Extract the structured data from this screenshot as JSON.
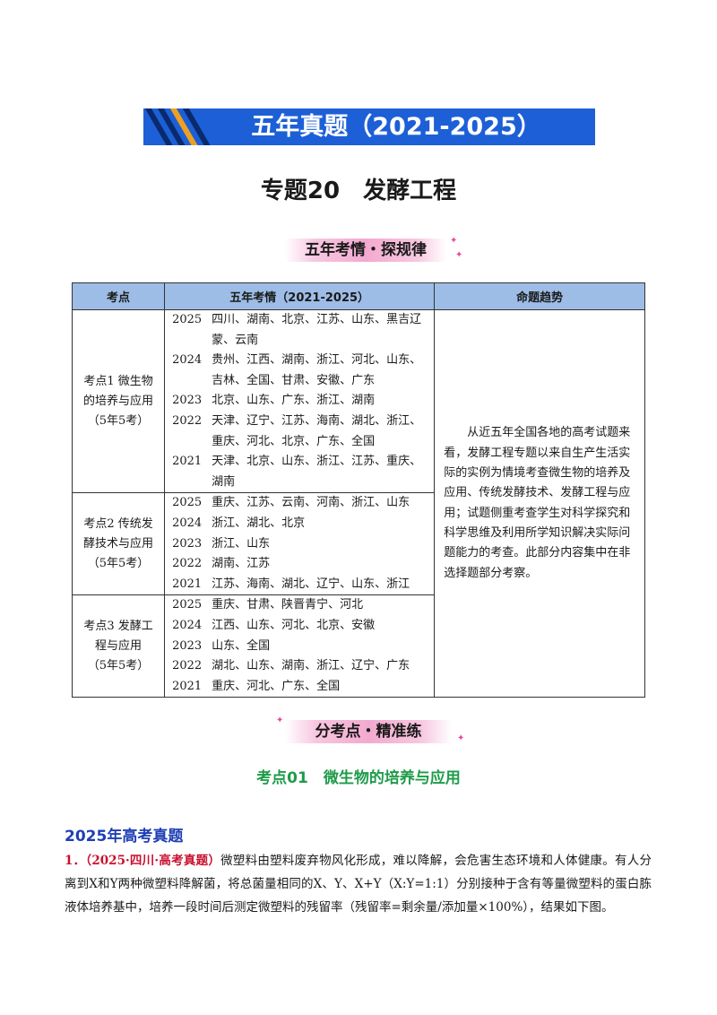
{
  "banner": {
    "title": "五年真题（2021-2025）",
    "color": "#1d5fd6"
  },
  "topic_title": "专题20　发酵工程",
  "exam_pill": "五年考情・探规律",
  "table": {
    "headers": [
      "考点",
      "五年考情（2021-2025）",
      "命题趋势"
    ],
    "rows": [
      {
        "kp_lines": [
          "考点1 微生物",
          "的培养与应用",
          "（5年5考）"
        ],
        "years": [
          {
            "year": "2025",
            "provinces": "四川、湖南、北京、江苏、山东、黑吉辽蒙、云南"
          },
          {
            "year": "2024",
            "provinces": "贵州、江西、湖南、浙江、河北、山东、吉林、全国、甘肃、安徽、广东"
          },
          {
            "year": "2023",
            "provinces": "北京、山东、广东、浙江、湖南"
          },
          {
            "year": "2022",
            "provinces": "天津、辽宁、江苏、海南、湖北、浙江、重庆、河北、北京、广东、全国"
          },
          {
            "year": "2021",
            "provinces": "天津、北京、山东、浙江、江苏、重庆、湖南"
          }
        ]
      },
      {
        "kp_lines": [
          "考点2 传统发",
          "酵技术与应用",
          "（5年5考）"
        ],
        "years": [
          {
            "year": "2025",
            "provinces": "重庆、江苏、云南、河南、浙江、山东"
          },
          {
            "year": "2024",
            "provinces": "浙江、湖北、北京"
          },
          {
            "year": "2023",
            "provinces": "浙江、山东"
          },
          {
            "year": "2022",
            "provinces": "湖南、江苏"
          },
          {
            "year": "2021",
            "provinces": "江苏、海南、湖北、辽宁、山东、浙江"
          }
        ]
      },
      {
        "kp_lines": [
          "考点3 发酵工",
          "程与应用",
          "（5年5考）"
        ],
        "years": [
          {
            "year": "2025",
            "provinces": "重庆、甘肃、陕晋青宁、河北"
          },
          {
            "year": "2024",
            "provinces": "江西、山东、河北、北京、安徽"
          },
          {
            "year": "2023",
            "provinces": "山东、全国"
          },
          {
            "year": "2022",
            "provinces": "湖北、山东、湖南、浙江、辽宁、广东"
          },
          {
            "year": "2021",
            "provinces": "重庆、河北、广东、全国"
          }
        ]
      }
    ],
    "trend": "从近五年全国各地的高考试题来看，发酵工程专题以来自生产生活实际的实例为情境考查微生物的培养及应用、传统发酵技术、发酵工程与应用；试题侧重考查学生对科学探究和科学思维及利用所学知识解决实际问题能力的考查。此部分内容集中在非选择题部分考察。"
  },
  "practice_pill": "分考点・精准练",
  "section_title": "考点01　微生物的培养与应用",
  "year_title": "2025年高考真题",
  "question": {
    "number": "1．",
    "source": "（2025·四川·高考真题）",
    "text": "微塑料由塑料废弃物风化形成，难以降解，会危害生态环境和人体健康。有人分离到X和Y两种微塑料降解菌，将总菌量相同的X、Y、X+Y（X:Y=1:1）分别接种于含有等量微塑料的蛋白胨液体培养基中，培养一段时间后测定微塑料的残留率（残留率=剩余量/添加量×100%），结果如下图。"
  },
  "colors": {
    "header_bg": "#9dbde6",
    "section_green": "#1e9b4a",
    "year_blue": "#1f3fb5",
    "source_red": "#c8102e",
    "pill_pink": "#f3a9cf"
  }
}
